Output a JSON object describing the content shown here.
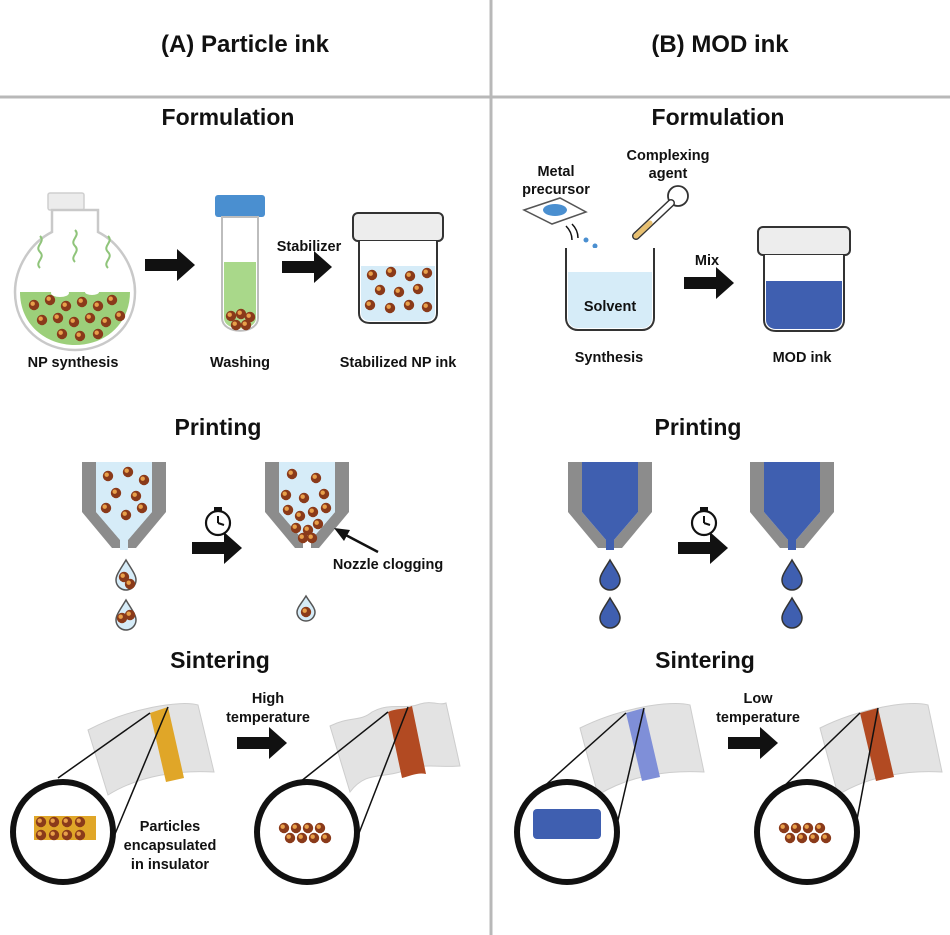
{
  "panels": {
    "a": {
      "title": "(A) Particle ink",
      "formulation": "Formulation",
      "np_synthesis": "NP synthesis",
      "washing": "Washing",
      "stabilizer": "Stabilizer",
      "stabilized_ink": "Stabilized NP ink",
      "printing": "Printing",
      "nozzle_clogging": "Nozzle clogging",
      "sintering": "Sintering",
      "condition_line1": "High",
      "condition_line2": "temperature",
      "note_line1": "Particles",
      "note_line2": "encapsulated",
      "note_line3": "in insulator"
    },
    "b": {
      "title": "(B) MOD ink",
      "formulation": "Formulation",
      "metal_precursor_line1": "Metal",
      "metal_precursor_line2": "precursor",
      "complexing_agent_line1": "Complexing",
      "complexing_agent_line2": "agent",
      "solvent": "Solvent",
      "mix": "Mix",
      "synthesis": "Synthesis",
      "mod_ink": "MOD ink",
      "printing": "Printing",
      "sintering": "Sintering",
      "condition_line1": "Low",
      "condition_line2": "temperature"
    }
  },
  "colors": {
    "nanoparticle": "#8a3a1a",
    "particle_ink_fluid": "#d6ecf8",
    "mod_ink_blue": "#3f5fb0",
    "synthesis_green": "#9ccf7a",
    "cap_blue": "#4a8fd0",
    "sintered_copper": "#b24a22",
    "gold_film": "#e0a628",
    "nozzle_gray": "#8c8c8c"
  },
  "icons": [
    "arrow-right-icon",
    "clock-icon",
    "flask-icon",
    "test-tube-icon",
    "jar-icon",
    "beaker-icon",
    "dropper-icon",
    "nozzle-icon",
    "droplet-icon",
    "substrate-icon",
    "magnifier-icon"
  ]
}
